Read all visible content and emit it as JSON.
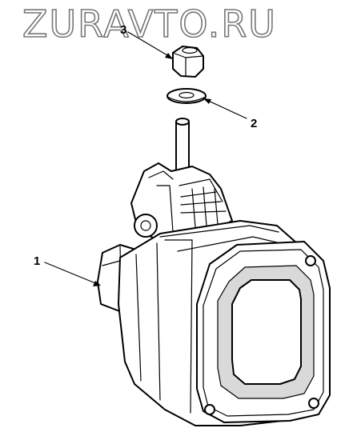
{
  "watermark": {
    "text": "ZURAVTO.RU"
  },
  "callouts": [
    {
      "number": "1",
      "part": "work lamp housing"
    },
    {
      "number": "2",
      "part": "washer"
    },
    {
      "number": "3",
      "part": "nut"
    }
  ],
  "colors": {
    "ink": "#000000",
    "paper": "#ffffff",
    "watermark_outline": "#777777"
  }
}
